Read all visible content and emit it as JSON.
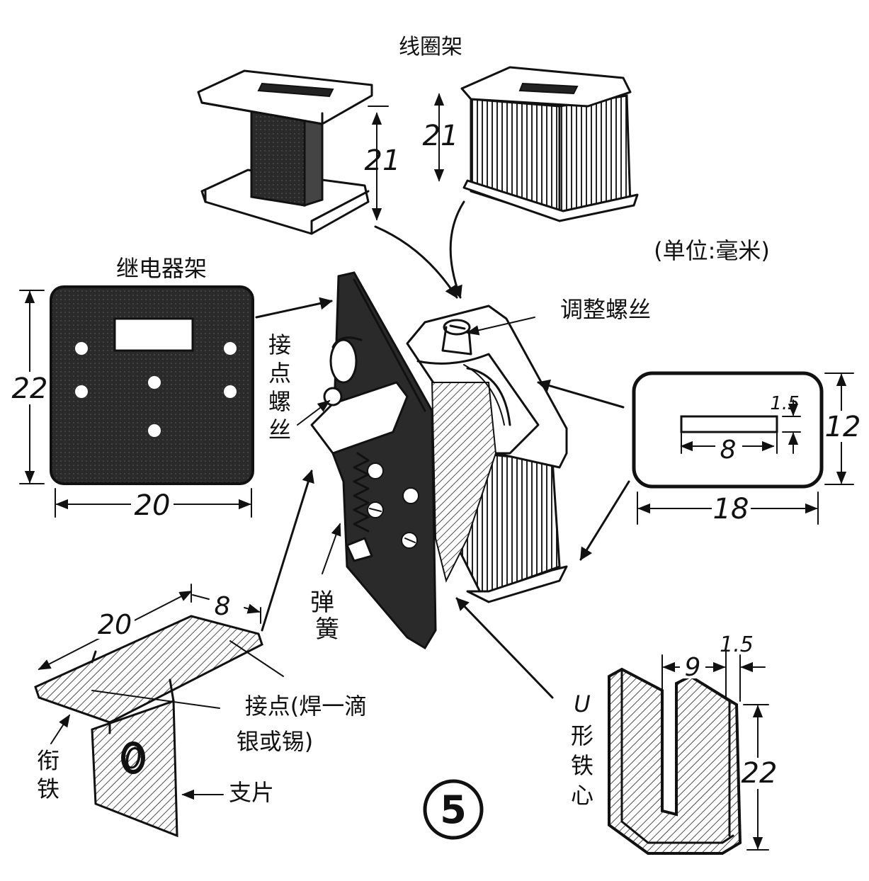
{
  "labels": {
    "coil_frame": "线圈架",
    "unit": "(单位:毫米)",
    "relay_frame": "继电器架",
    "adjust_screw": "调整螺丝",
    "contact_screw": [
      "接",
      "点",
      "螺",
      "丝"
    ],
    "spring": [
      "弹",
      "簧"
    ],
    "contact_note_1": "接点(焊一滴",
    "contact_note_2": "银或锡)",
    "armature": [
      "衔",
      "铁"
    ],
    "support_piece": "支片",
    "u_core": [
      "U",
      "形",
      "铁",
      "心"
    ],
    "figure_number": "5",
    "armature_hole": "0"
  },
  "dimensions": {
    "bobbin_left_height": "21",
    "bobbin_right_height": "21",
    "frame_height": "22",
    "frame_width": "20",
    "plate_slot_height": "1.5",
    "plate_slot_width": "8",
    "plate_height": "12",
    "plate_width": "18",
    "armature_length": "20",
    "armature_tab": "8",
    "core_gap": "9",
    "core_thickness": "1.5",
    "core_height": "22"
  }
}
